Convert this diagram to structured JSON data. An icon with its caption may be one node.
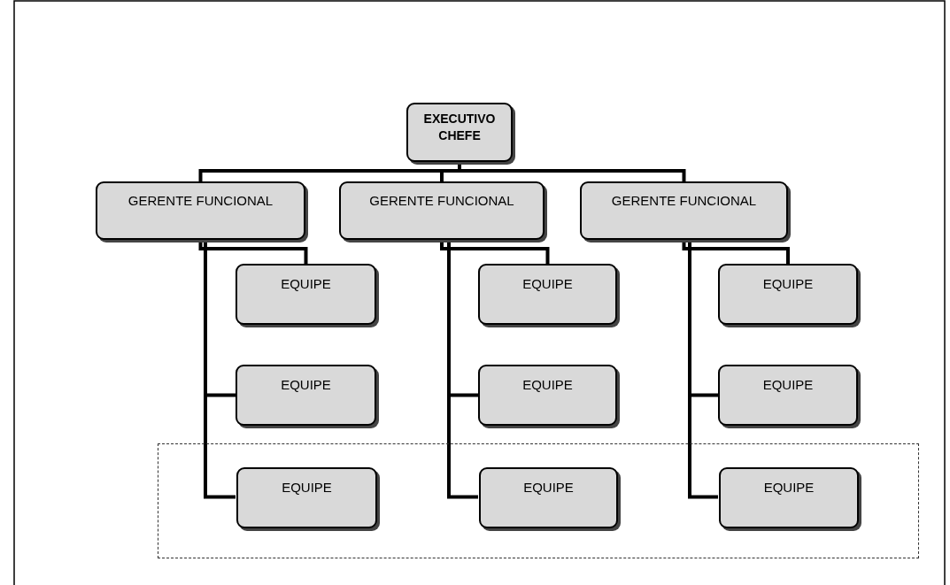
{
  "diagram": {
    "nodes": [
      {
        "text": [
          "EXECUTIVO CHEFE"
        ]
      },
      {
        "text": [
          "GERENTE FUNCIONAL"
        ]
      },
      {
        "text": [
          "GERENTE FUNCIONAL"
        ]
      },
      {
        "text": [
          "GERENTE FUNCIONAL"
        ]
      },
      {
        "text": [
          "EQUIPE"
        ]
      },
      {
        "text": [
          "EQUIPE"
        ]
      },
      {
        "text": [
          "EQUIPE"
        ]
      },
      {
        "text": [
          "EQUIPE"
        ]
      },
      {
        "text": [
          "EQUIPE"
        ]
      },
      {
        "text": [
          "EQUIPE"
        ]
      },
      {
        "text": [],
        "shape": "box"
      },
      {
        "text": [
          "EQUIPE"
        ],
        "in": 10
      },
      {
        "text": [
          "EQUIPE"
        ],
        "in": 10
      },
      {
        "text": [
          "EQUIPE"
        ],
        "in": 10
      }
    ],
    "edges": [
      {
        "from": 0,
        "to": 1,
        "arrow": "none"
      },
      {
        "from": 0,
        "to": 2,
        "arrow": "none"
      },
      {
        "from": 0,
        "to": 3,
        "arrow": "none"
      },
      {
        "from": 1,
        "to": 4,
        "arrow": "none"
      },
      {
        "from": 1,
        "to": 7,
        "arrow": "none"
      },
      {
        "from": 1,
        "to": 11,
        "arrow": "none"
      },
      {
        "from": 2,
        "to": 5,
        "arrow": "none"
      },
      {
        "from": 2,
        "to": 8,
        "arrow": "none"
      },
      {
        "from": 2,
        "to": 12,
        "arrow": "none"
      },
      {
        "from": 3,
        "to": 6,
        "arrow": "none"
      },
      {
        "from": 3,
        "to": 9,
        "arrow": "none"
      },
      {
        "from": 3,
        "to": 13,
        "arrow": "none"
      }
    ]
  }
}
